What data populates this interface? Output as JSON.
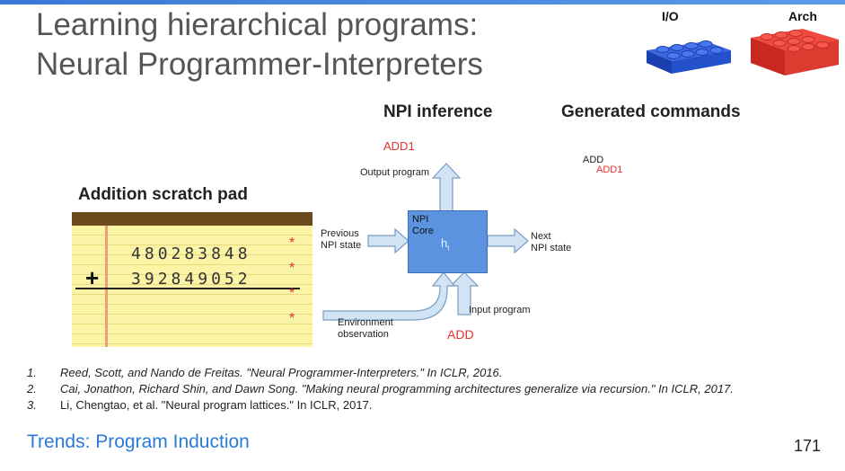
{
  "slide": {
    "title_line1": "Learning hierarchical programs:",
    "title_line2": "Neural Programmer-Interpreters",
    "page_number": "171",
    "footer": "Trends: Program Induction"
  },
  "lego": {
    "io_label": "I/O",
    "arch_label": "Arch",
    "io_color": "#1f4fd0",
    "arch_color": "#e23b33"
  },
  "sections": {
    "npi_inference": "NPI inference",
    "generated_commands": "Generated commands",
    "scratch_pad": "Addition scratch pad"
  },
  "diagram": {
    "output_value": "ADD1",
    "output_program": "Output program",
    "core_label_1": "NPI",
    "core_label_2": "Core",
    "core_state": "h",
    "core_state_sub": "t",
    "previous_state_1": "Previous",
    "previous_state_2": "NPI state",
    "next_state_1": "Next",
    "next_state_2": "NPI state",
    "input_program": "Input program",
    "input_value": "ADD",
    "env_obs_1": "Environment",
    "env_obs_2": "observation"
  },
  "commands": [
    "ADD",
    "ADD1"
  ],
  "scratch": {
    "row1": [
      "4",
      "8",
      "0",
      "2",
      "8",
      "3",
      "8",
      "4",
      "8"
    ],
    "row2": [
      "3",
      "9",
      "2",
      "8",
      "4",
      "9",
      "0",
      "5",
      "2"
    ],
    "plus": "+",
    "marker": "*"
  },
  "references": [
    {
      "num": "1.",
      "text": "Reed, Scott, and Nando de Freitas. \"Neural Programmer-Interpreters.\" In ICLR, 2016."
    },
    {
      "num": "2.",
      "text": "Cai, Jonathon, Richard Shin, and Dawn Song. \"Making neural programming architectures generalize via recursion.\" In ICLR, 2017."
    },
    {
      "num": "3.",
      "text": "Li, Chengtao, et al. \"Neural program lattices.\" In ICLR, 2017."
    }
  ]
}
